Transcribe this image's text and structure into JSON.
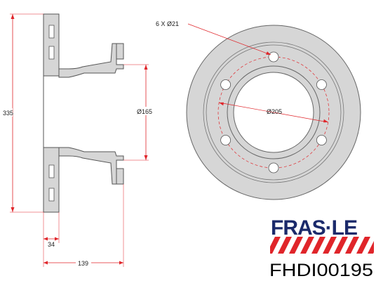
{
  "dimensions": {
    "overall_height": "335",
    "hub_diameter": "Ø165",
    "hat_depth": "34",
    "overall_width": "139",
    "bolt_holes": "6 X Ø21",
    "bolt_circle": "Ø205"
  },
  "brand": {
    "logo_text": "FRAS·LE",
    "part_number": "FHDI00195"
  },
  "colors": {
    "disc_fill": "#d6d6d6",
    "disc_edge": "#666666",
    "dimension_red": "#e0252a",
    "brand_blue": "#1b2a6b",
    "brand_red": "#e0252a"
  }
}
